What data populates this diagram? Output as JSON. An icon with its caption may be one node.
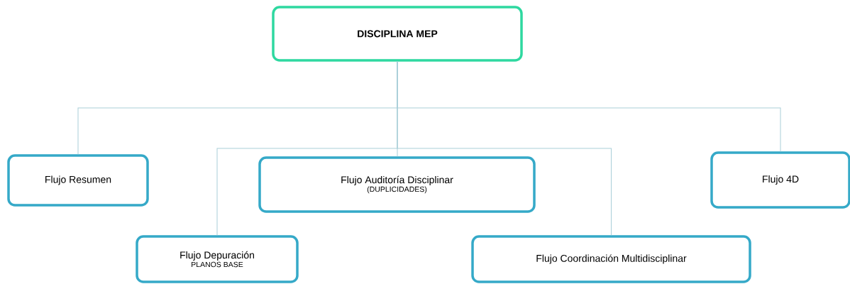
{
  "diagram": {
    "nodes": [
      {
        "text": [
          "DISCIPLINA MEP"
        ]
      },
      {
        "text": [
          "Flujo Resumen"
        ]
      },
      {
        "text": [
          "Flujo Auditoría Disciplinar",
          "(DUPLICIDADES)"
        ]
      },
      {
        "text": [
          "Flujo 4D"
        ]
      },
      {
        "text": [
          "Flujo Depuración",
          "PLANOS BASE"
        ]
      },
      {
        "text": [
          "Flujo Coordinación Multidisciplinar"
        ]
      }
    ],
    "edges": [
      {
        "from": 0,
        "to": 1,
        "arrow": "none"
      },
      {
        "from": 0,
        "to": 2,
        "arrow": "none"
      },
      {
        "from": 0,
        "to": 3,
        "arrow": "none"
      },
      {
        "from": 0,
        "to": 4,
        "arrow": "none"
      },
      {
        "from": 0,
        "to": 5,
        "arrow": "none"
      }
    ]
  }
}
